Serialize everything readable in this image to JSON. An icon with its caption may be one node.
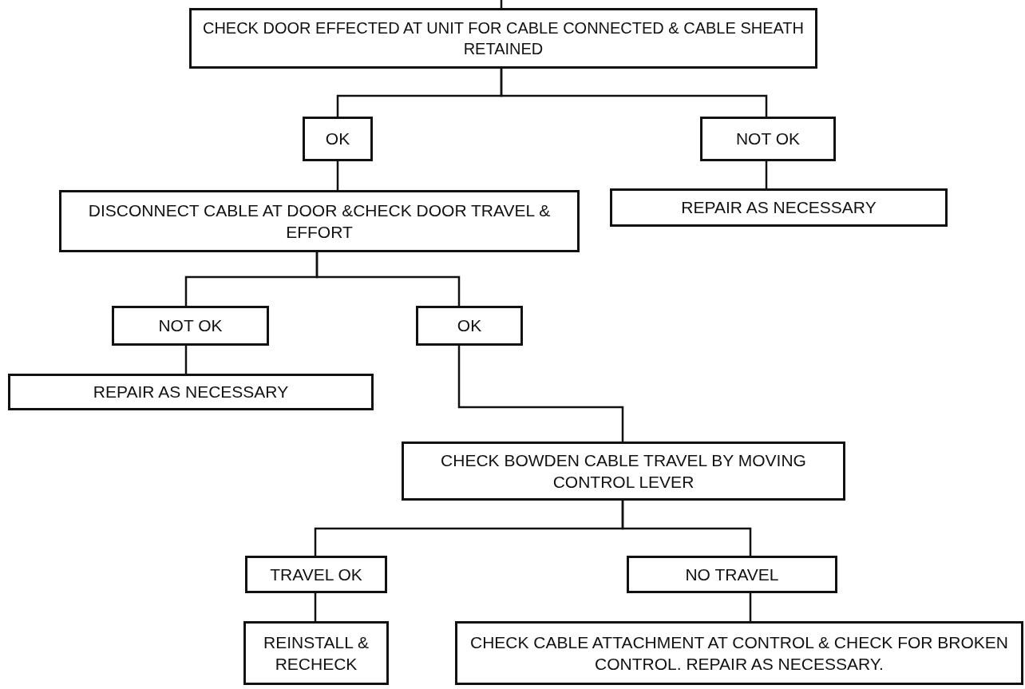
{
  "diagram": {
    "nodes": [
      {
        "text": [
          "CHECK DOOR EFFECTED AT UNIT FOR CABLE CONNECTED & CABLE SHEATH RETAINED"
        ]
      },
      {
        "text": [
          "OK"
        ]
      },
      {
        "text": [
          "NOT OK"
        ]
      },
      {
        "text": [
          "DISCONNECT CABLE AT DOOR &CHECK DOOR TRAVEL & EFFORT"
        ]
      },
      {
        "text": [
          "REPAIR AS NECESSARY"
        ]
      },
      {
        "text": [
          "NOT OK"
        ]
      },
      {
        "text": [
          "OK"
        ]
      },
      {
        "text": [
          "REPAIR AS NECESSARY"
        ]
      },
      {
        "text": [
          "CHECK BOWDEN CABLE TRAVEL BY MOVING CONTROL LEVER"
        ]
      },
      {
        "text": [
          "TRAVEL OK"
        ]
      },
      {
        "text": [
          "NO TRAVEL"
        ]
      },
      {
        "text": [
          "REINSTALL & RECHECK"
        ]
      },
      {
        "text": [
          "CHECK CABLE ATTACHMENT AT CONTROL & CHECK FOR BROKEN CONTROL. REPAIR AS NECESSARY."
        ]
      }
    ],
    "edges": [
      {
        "from": null,
        "to": 0,
        "arrow": "none"
      },
      {
        "from": 0,
        "to": 1,
        "arrow": "none"
      },
      {
        "from": 0,
        "to": 2,
        "arrow": "none"
      },
      {
        "from": 1,
        "to": 3,
        "arrow": "none"
      },
      {
        "from": 2,
        "to": 4,
        "arrow": "none"
      },
      {
        "from": 3,
        "to": 5,
        "arrow": "none"
      },
      {
        "from": 3,
        "to": 6,
        "arrow": "none"
      },
      {
        "from": 5,
        "to": 7,
        "arrow": "none"
      },
      {
        "from": 6,
        "to": 8,
        "arrow": "none"
      },
      {
        "from": 8,
        "to": 9,
        "arrow": "none"
      },
      {
        "from": 8,
        "to": 10,
        "arrow": "none"
      },
      {
        "from": 9,
        "to": 11,
        "arrow": "none"
      },
      {
        "from": 10,
        "to": 12,
        "arrow": "none"
      }
    ]
  }
}
